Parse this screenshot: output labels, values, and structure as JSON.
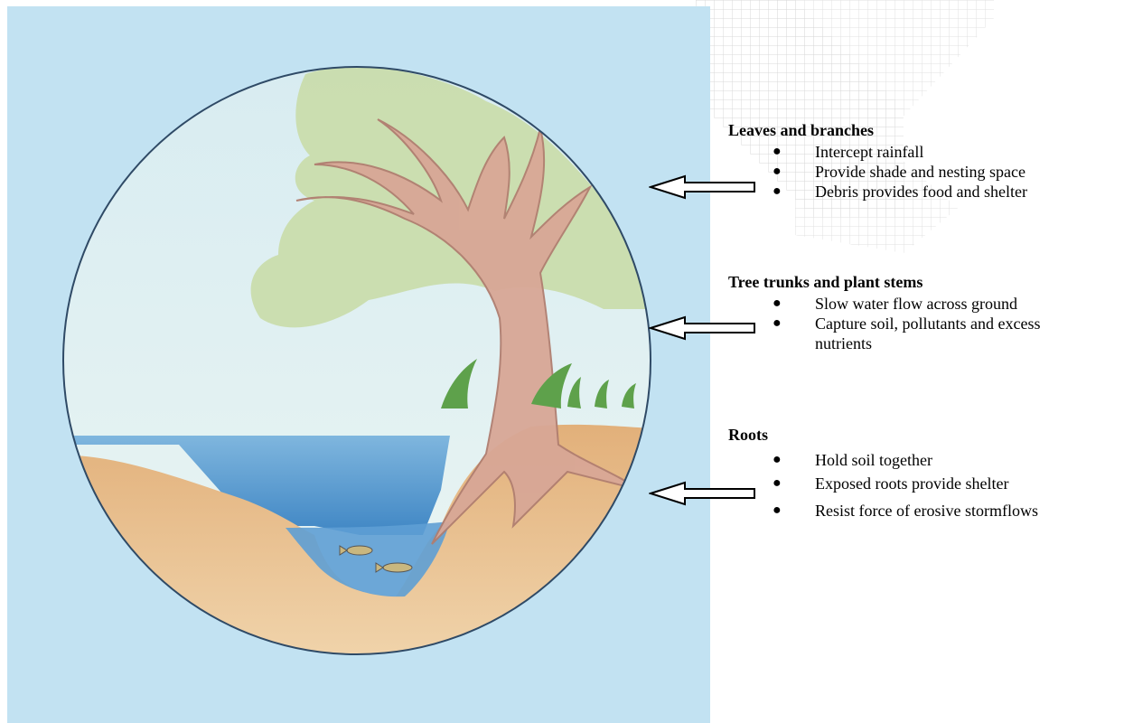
{
  "colors": {
    "panel": "#c2e2f2",
    "sky": "#e4f1f1",
    "foliage": "#c7d9a6",
    "trunk": "#d9a998",
    "water": "#6fa8d6",
    "ground": "#e9bf8d",
    "circle_border": "#2f4a66"
  },
  "icons": [
    "arrow-left-outline-icon",
    "bullet-icon",
    "fish-icon",
    "tree-illustration"
  ],
  "sections": [
    {
      "heading": "Leaves and branches",
      "items": [
        "Intercept rainfall",
        "Provide shade and nesting space",
        "Debris provides food and shelter"
      ]
    },
    {
      "heading": "Tree trunks and plant stems",
      "items": [
        "Slow water flow across ground",
        "Capture soil, pollutants and excess nutrients"
      ]
    },
    {
      "heading": "Roots",
      "items": [
        "Hold soil together",
        "Exposed roots provide shelter",
        "Resist force of erosive stormflows"
      ]
    }
  ]
}
